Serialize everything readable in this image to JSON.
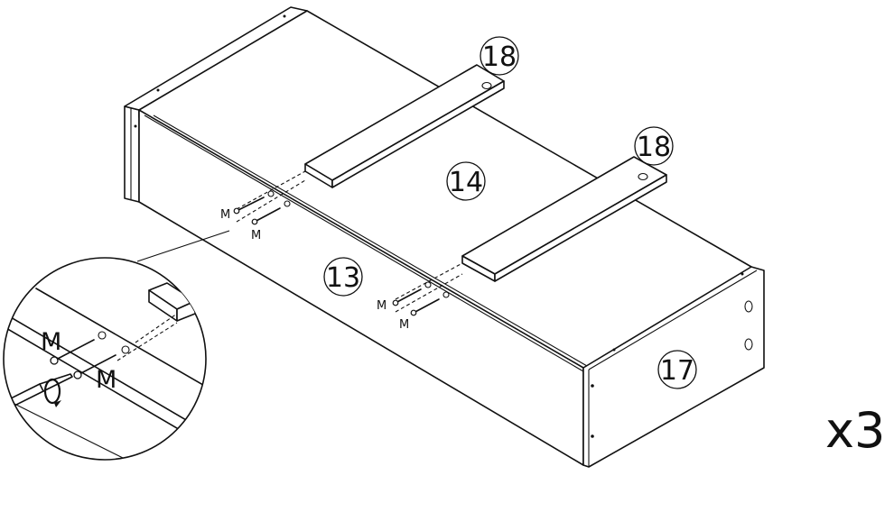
{
  "parts": {
    "side_panel": "13",
    "bottom_panel": "14",
    "end_panel": "17",
    "cleat_a": "18",
    "cleat_b": "18"
  },
  "hardware": {
    "screw_label": "M"
  },
  "quantity": "x3",
  "icons": {
    "screw": "screw-icon",
    "screwdriver": "screwdriver-icon",
    "rotation": "rotate-arrow-icon"
  }
}
